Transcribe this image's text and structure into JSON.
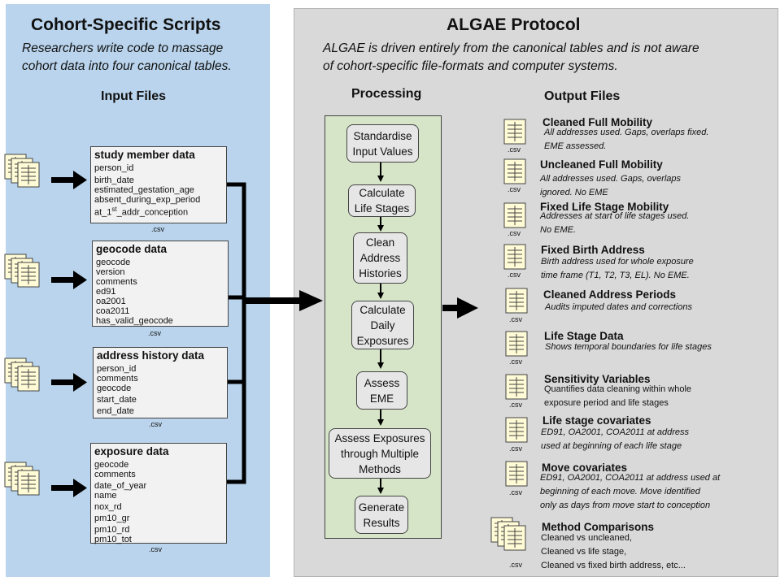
{
  "left": {
    "title": "Cohort-Specific Scripts",
    "subtitle_line1": "Researchers write code to massage",
    "subtitle_line2": "cohort data into four canonical tables.",
    "input_heading": "Input Files",
    "tables": [
      {
        "title": "study member data",
        "fields": [
          "person_id",
          "birth_date",
          "estimated_gestation_age",
          "absent_during_exp_period",
          "at_1st_addr_conception"
        ],
        "ext": ".csv"
      },
      {
        "title": "geocode data",
        "fields": [
          "geocode",
          "version",
          "comments",
          "ed91",
          "oa2001",
          "coa2011",
          "has_valid_geocode"
        ],
        "ext": ".csv"
      },
      {
        "title": "address history data",
        "fields": [
          "person_id",
          "comments",
          "geocode",
          "start_date",
          "end_date"
        ],
        "ext": ".csv"
      },
      {
        "title": "exposure data",
        "fields": [
          "geocode",
          "comments",
          "date_of_year",
          "name",
          "nox_rd",
          "pm10_gr",
          "pm10_rd",
          "pm10_tot"
        ],
        "ext": ".csv"
      }
    ]
  },
  "right": {
    "title": "ALGAE Protocol",
    "subtitle_line1": "ALGAE is driven entirely from the canonical tables and is not aware",
    "subtitle_line2": "of cohort-specific file-formats and computer systems.",
    "processing_heading": "Processing",
    "output_heading": "Output Files",
    "steps": [
      [
        "Standardise",
        "Input Values"
      ],
      [
        "Calculate",
        "Life Stages"
      ],
      [
        "Clean",
        "Address",
        "Histories"
      ],
      [
        "Calculate",
        "Daily",
        "Exposures"
      ],
      [
        "Assess",
        "EME"
      ],
      [
        "Assess Exposures",
        "through Multiple",
        "Methods"
      ],
      [
        "Generate",
        "Results"
      ]
    ],
    "outputs": [
      {
        "title": "Cleaned Full Mobility",
        "desc": [
          "All addresses used. Gaps, overlaps fixed.",
          "EME assessed."
        ],
        "ext": ".csv"
      },
      {
        "title": "Uncleaned Full Mobility",
        "desc": [
          "All addresses used. Gaps, overlaps",
          "ignored. No EME"
        ],
        "ext": ".csv"
      },
      {
        "title": "Fixed Life Stage Mobility",
        "desc": [
          "Addresses at start of life stages used.",
          "No EME."
        ],
        "ext": ".csv"
      },
      {
        "title": "Fixed Birth Address",
        "desc": [
          "Birth address used for  whole exposure",
          "time frame (T1, T2, T3, EL).  No EME."
        ],
        "ext": ".csv"
      },
      {
        "title": "Cleaned Address Periods",
        "desc": [
          "Audits imputed dates and corrections"
        ],
        "ext": ".csv"
      },
      {
        "title": "Life Stage Data",
        "desc": [
          "Shows temporal boundaries for life stages"
        ],
        "ext": ".csv"
      },
      {
        "title": "Sensitivity Variables",
        "desc": [
          "Quantifies data cleaning within whole",
          "exposure period and life stages"
        ],
        "ext": ".csv"
      },
      {
        "title": "Life stage covariates",
        "desc": [
          "ED91, OA2001, COA2011 at address",
          "used at beginning of each life stage"
        ],
        "ext": ".csv"
      },
      {
        "title": "Move covariates",
        "desc": [
          "ED91, OA2001, COA2011 at address used at",
          "beginning of each move.  Move identified",
          "only as days from move start to conception"
        ],
        "ext": ".csv"
      },
      {
        "title": "Method Comparisons",
        "desc": [
          "Cleaned vs uncleaned,",
          "Cleaned vs life stage,",
          "Cleaned vs fixed birth address, etc..."
        ],
        "ext": ".csv"
      }
    ]
  }
}
